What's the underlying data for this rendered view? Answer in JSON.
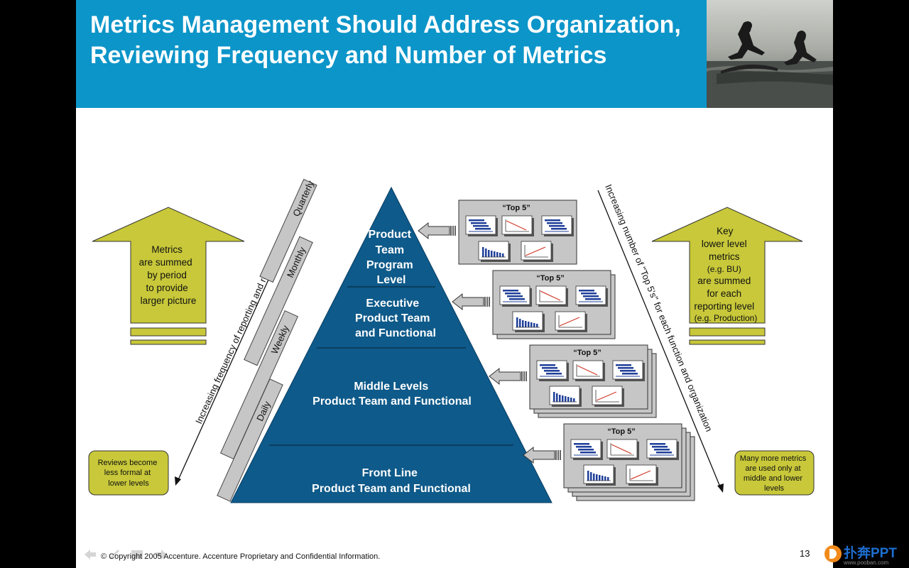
{
  "slide": {
    "title": "Metrics Management Should Address Organization, Reviewing Frequency and Number of Metrics",
    "footer": "© Copyright 2005 Accenture. Accenture Proprietary and Confidential Information.",
    "page_number": "13"
  },
  "watermark": {
    "brand": "扑奔PPT",
    "url": "www.pooban.com"
  },
  "diagram": {
    "left_arrow": {
      "lines": [
        "Metrics",
        "are summed",
        "by period",
        "to provide",
        "larger picture"
      ]
    },
    "right_arrow": {
      "lines": [
        "Key",
        "lower level",
        "metrics",
        "(e.g. BU)",
        "are summed",
        "for each",
        "reporting level",
        "(e.g. Production)"
      ]
    },
    "frequency_axis_label": "Increasing frequency of reporting and review",
    "top5_axis_label": "Increasing number of \"Top 5's\" for each function and organization",
    "frequency_bars": [
      "Quarterly",
      "Monthly",
      "Weekly",
      "Daily"
    ],
    "pyramid_levels": [
      {
        "lines": [
          "Product",
          "Team",
          "Program",
          "Level"
        ]
      },
      {
        "lines": [
          "Executive",
          "Product Team",
          "and Functional"
        ]
      },
      {
        "lines": [
          "Middle Levels",
          "Product Team and Functional"
        ]
      },
      {
        "lines": [
          "Front Line",
          "Product Team and Functional"
        ]
      }
    ],
    "top5_label": "“Top 5”",
    "left_note": "Reviews become less formal at lower levels",
    "right_note": "Many more metrics are used only at middle and lower levels"
  },
  "colors": {
    "header": "#0c95c9",
    "pyramid": "#0e5a8a",
    "arrow_fill": "#c8c83a",
    "note_fill": "#c8c83a",
    "card_fill": "#c6c6c6",
    "bar_fill": "#c6c6c6"
  },
  "icons": [
    "nav-back-icon",
    "nav-pen-icon",
    "nav-menu-icon",
    "nav-forward-icon",
    "pooban-logo-icon"
  ]
}
